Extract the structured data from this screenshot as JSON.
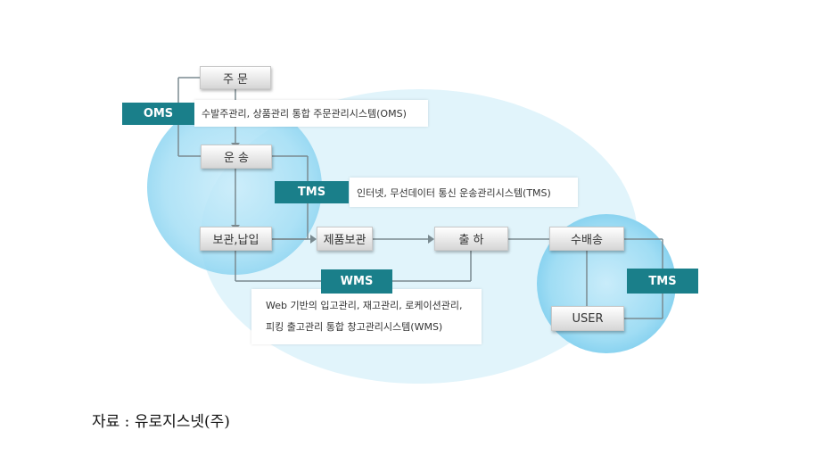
{
  "nodes": {
    "order": "주 문",
    "transport": "운 송",
    "storage": "보관,납입",
    "product_storage": "제품보관",
    "shipment": "출 하",
    "delivery": "수배송",
    "user": "USER"
  },
  "systems": {
    "oms": {
      "label": "OMS",
      "desc": "수발주관리, 상품관리 통합 주문관리시스템(OMS)"
    },
    "tms1": {
      "label": "TMS",
      "desc": "인터넷, 무선데이터 통신 운송관리시스템(TMS)"
    },
    "wms": {
      "label": "WMS",
      "desc_line1": "Web 기반의 입고관리, 재고관리, 로케이션관리,",
      "desc_line2": "피킹 출고관리 통합 창고관리시스템(WMS)"
    },
    "tms2": {
      "label": "TMS"
    }
  },
  "source": "자료 : 유로지스넷(주)",
  "colors": {
    "tag": "#1a7f8a",
    "circle_light": "#dff4fb",
    "circle_main": "#9fdcf3",
    "line": "#7a8a90"
  }
}
